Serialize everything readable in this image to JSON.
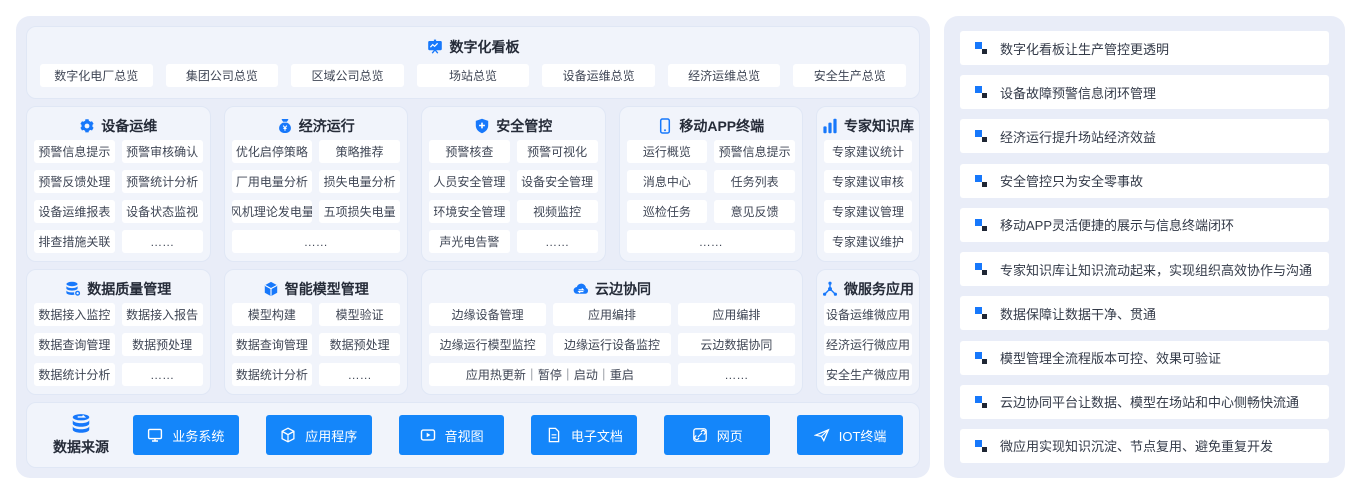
{
  "colors": {
    "accent": "#1778fb",
    "source_button_blue": "#1486fa",
    "panel_background": "#e9edf8",
    "card_background": "#f1f4fb"
  },
  "dashboard": {
    "title": "数字化看板",
    "icon": "presentation-chart-icon",
    "buttons": [
      "数字化电厂总览",
      "集团公司总览",
      "区域公司总览",
      "场站总览",
      "设备运维总览",
      "经济运维总览",
      "安全生产总览"
    ]
  },
  "modules_row1": [
    {
      "title": "设备运维",
      "icon": "gear-icon",
      "buttons": [
        "预警信息提示",
        "预警审核确认",
        "预警反馈处理",
        "预警统计分析",
        "设备运维报表",
        "设备状态监视",
        "排查措施关联",
        "……"
      ]
    },
    {
      "title": "经济运行",
      "icon": "money-bag-icon",
      "buttons": [
        "优化启停策略",
        "策略推荐",
        "厂用电量分析",
        "损失电量分析",
        "风机理论发电量",
        "五项损失电量",
        {
          "label": "……",
          "span": 2
        }
      ]
    },
    {
      "title": "安全管控",
      "icon": "shield-icon",
      "buttons": [
        "预警核查",
        "预警可视化",
        "人员安全管理",
        "设备安全管理",
        "环境安全管理",
        "视频监控",
        "声光电告警",
        "……"
      ]
    },
    {
      "title": "移动APP终端",
      "icon": "smartphone-icon",
      "buttons": [
        "运行概览",
        "预警信息提示",
        "消息中心",
        "任务列表",
        "巡检任务",
        "意见反馈",
        {
          "label": "……",
          "span": 2
        }
      ]
    },
    {
      "title": "专家知识库",
      "icon": "bar-chart-icon",
      "buttons": [
        "专家建议统计",
        "专家建议审核",
        "专家建议管理",
        "专家建议维护"
      ]
    }
  ],
  "modules_row2": [
    {
      "title": "数据质量管理",
      "icon": "database-gear-icon",
      "buttons": [
        "数据接入监控",
        "数据接入报告",
        "数据查询管理",
        "数据预处理",
        "数据统计分析",
        "……"
      ]
    },
    {
      "title": "智能模型管理",
      "icon": "cube-icon",
      "buttons": [
        "模型构建",
        "模型验证",
        "数据查询管理",
        "数据预处理",
        "数据统计分析",
        "……"
      ]
    },
    {
      "title": "云边协同",
      "icon": "cloud-icon",
      "buttons": [
        "边缘设备管理",
        "应用编排",
        "应用编排",
        "边缘运行模型监控",
        "边缘运行设备监控",
        "云边数据协同",
        {
          "label": "应用热更新｜暂停｜启动｜重启",
          "span": 2
        },
        "……"
      ]
    },
    {
      "title": "微服务应用",
      "icon": "share-nodes-icon",
      "buttons": [
        "设备运维微应用",
        "经济运行微应用",
        "安全生产微应用"
      ]
    }
  ],
  "datasources": {
    "label": "数据来源",
    "icon": "database-icon",
    "items": [
      {
        "label": "业务系统",
        "icon": "monitor-icon"
      },
      {
        "label": "应用程序",
        "icon": "cube-icon"
      },
      {
        "label": "音视图",
        "icon": "video-icon"
      },
      {
        "label": "电子文档",
        "icon": "document-icon"
      },
      {
        "label": "网页",
        "icon": "web-link-icon"
      },
      {
        "label": "IOT终端",
        "icon": "antenna-icon"
      }
    ]
  },
  "benefits": {
    "bullet_icon": "squares-bullet-icon",
    "items": [
      "数字化看板让生产管控更透明",
      "设备故障预警信息闭环管理",
      "经济运行提升场站经济效益",
      "安全管控只为安全零事故",
      "移动APP灵活便捷的展示与信息终端闭环",
      "专家知识库让知识流动起来，实现组织高效协作与沟通",
      "数据保障让数据干净、贯通",
      "模型管理全流程版本可控、效果可验证",
      "云边协同平台让数据、模型在场站和中心侧畅快流通",
      "微应用实现知识沉淀、节点复用、避免重复开发"
    ]
  }
}
